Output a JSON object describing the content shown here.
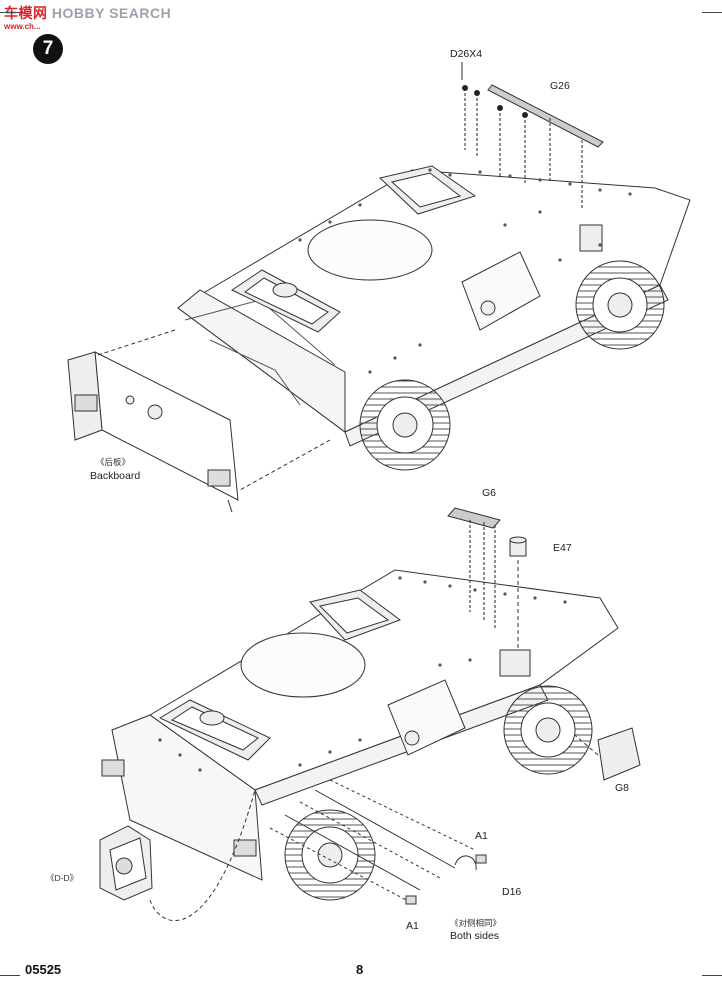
{
  "watermark": {
    "part1": "车模",
    "part2": "网",
    "part3": "HOBBY SEARCH",
    "sub": "www.ch..."
  },
  "step": {
    "number": "7"
  },
  "labels": {
    "d26x4": "D26X4",
    "g26": "G26",
    "backboard_cn": "《后板》",
    "backboard_en": "Backboard",
    "g6": "G6",
    "e47": "E47",
    "g8": "G8",
    "dd": "《D-D》",
    "a1_top": "A1",
    "d16": "D16",
    "a1_bottom": "A1",
    "both_sides_cn": "《对侧相同》",
    "both_sides_en": "Both sides"
  },
  "footer": {
    "code": "05525",
    "page": "8"
  },
  "colors": {
    "ink": "#333333",
    "fill": "#ffffff",
    "shade": "#dcdcdc",
    "step_bg": "#111111",
    "watermark_red": "#d8232a"
  }
}
